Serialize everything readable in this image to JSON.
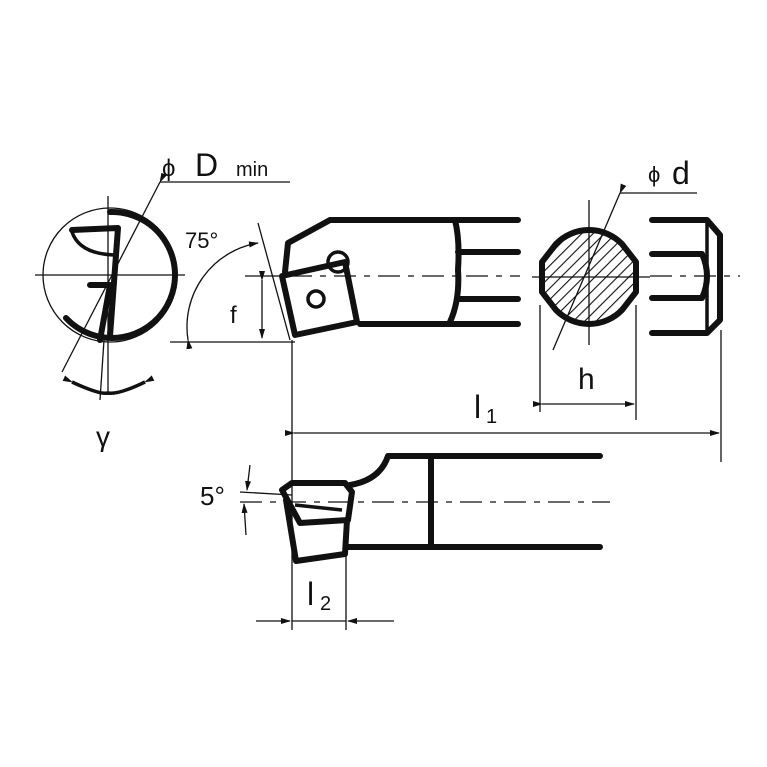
{
  "drawing": {
    "type": "technical drawing - boring bar / internal turning tool holder",
    "labels": {
      "d_min": "ϕ D min",
      "d_min_symbol": "ϕ",
      "d_min_text": "D",
      "d_min_sub": "min",
      "angle_75": "75°",
      "f": "f",
      "gamma": "γ",
      "phi_d_symbol": "ϕ",
      "phi_d_text": "d",
      "h": "h",
      "l1_main": "l",
      "l1_sub": "1",
      "angle_5": "5°",
      "l2_main": "l",
      "l2_sub": "2"
    },
    "views": [
      "end view (left)",
      "top view with insert",
      "shank cross-section",
      "side view"
    ],
    "colors": {
      "line": "#111111",
      "background": "#ffffff"
    }
  }
}
